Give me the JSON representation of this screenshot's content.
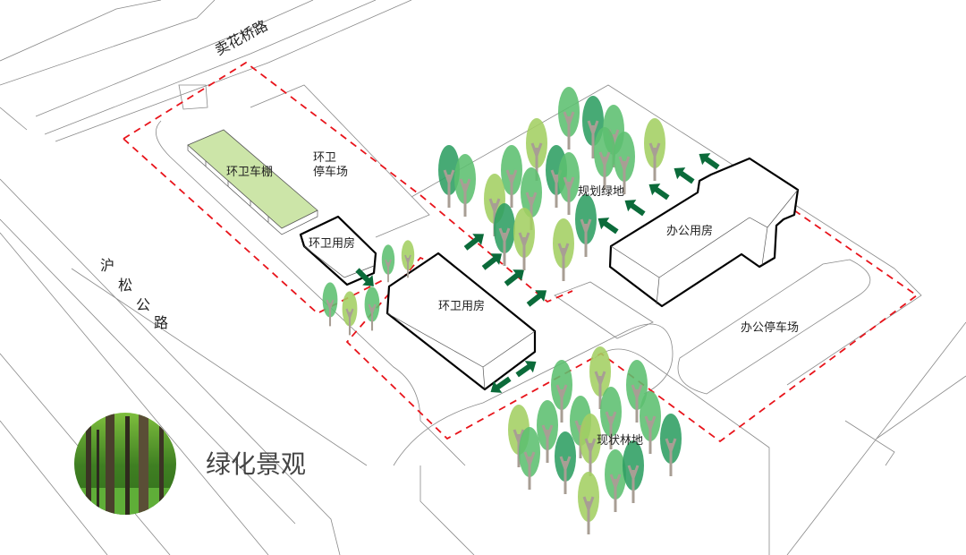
{
  "roads": {
    "north": "卖花桥路",
    "west": [
      "沪",
      "松",
      "公",
      "路"
    ]
  },
  "zones": {
    "sanitation_shed": "环卫车棚",
    "sanitation_parking_1": "环卫",
    "sanitation_parking_2": "停车场",
    "sanitation_room_small": "环卫用房",
    "sanitation_room_large": "环卫用房",
    "planned_green": "规划绿地",
    "office": "办公用房",
    "office_parking": "办公停车场",
    "existing_forest": "现状林地"
  },
  "legend": {
    "title": "绿化景观"
  },
  "colors": {
    "boundary": "#e8141b",
    "arrow": "#0b6b3a",
    "shed_roof": "#cce5a8",
    "tree_dark": "#2e9e62",
    "tree_mid": "#5cbf6f",
    "tree_light": "#a3cf62",
    "trunk": "#a89e94"
  }
}
